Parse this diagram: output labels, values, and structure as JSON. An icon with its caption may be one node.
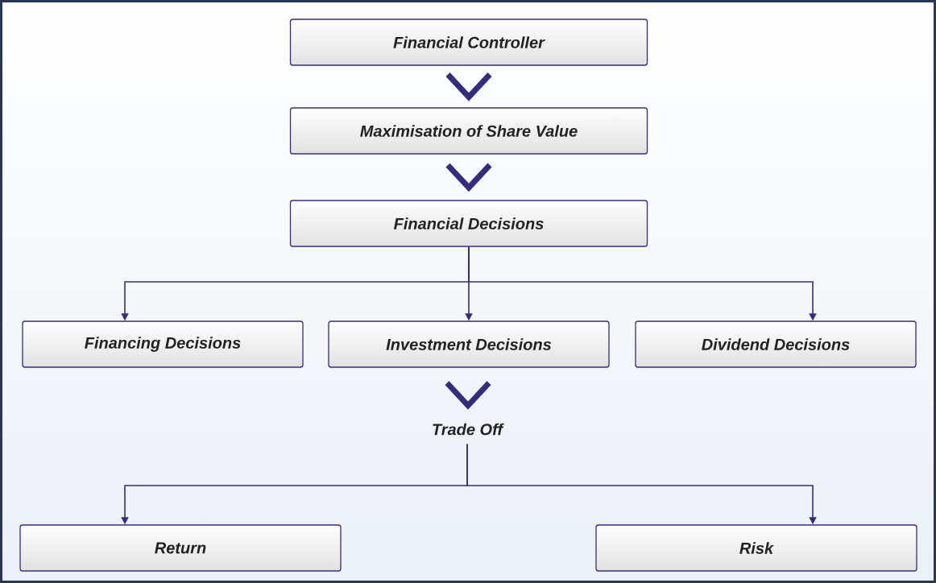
{
  "diagram": {
    "nodes": [
      {
        "text": [
          "Financial Controller"
        ]
      },
      {
        "text": [
          "Maximisation of Share Value"
        ]
      },
      {
        "text": [
          "Financial Decisions"
        ]
      },
      {
        "text": [
          "Financing Decisions"
        ]
      },
      {
        "text": [
          "Investment Decisions"
        ]
      },
      {
        "text": [
          "Dividend Decisions"
        ]
      },
      {
        "text": [
          "Trade Off"
        ]
      },
      {
        "text": [
          "Return"
        ]
      },
      {
        "text": [
          "Risk"
        ]
      }
    ],
    "edges": [
      {
        "from": 0,
        "to": 1,
        "arrow": "to",
        "style": "thick"
      },
      {
        "from": 1,
        "to": 2,
        "arrow": "to",
        "style": "thick"
      },
      {
        "from": 2,
        "to": 3,
        "arrow": "to"
      },
      {
        "from": 2,
        "to": 4,
        "arrow": "to"
      },
      {
        "from": 2,
        "to": 5,
        "arrow": "to"
      },
      {
        "from": 4,
        "to": 6,
        "arrow": "to",
        "style": "thick"
      },
      {
        "from": 6,
        "to": 7,
        "arrow": "to"
      },
      {
        "from": 6,
        "to": 8,
        "arrow": "to"
      }
    ]
  }
}
